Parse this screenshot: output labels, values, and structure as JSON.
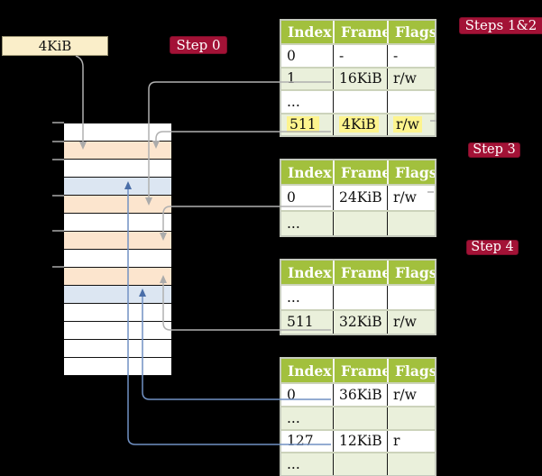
{
  "size_box": {
    "label": "4KiB"
  },
  "step_badges": [
    {
      "key": "step0",
      "label": "Step 0"
    },
    {
      "key": "steps12",
      "label": "Steps 1&2"
    },
    {
      "key": "step3",
      "label": "Step 3"
    },
    {
      "key": "step4",
      "label": "Step 4"
    }
  ],
  "memory_stack": {
    "rows": [
      "white",
      "orange",
      "white",
      "blue",
      "orange",
      "white",
      "orange",
      "white",
      "orange",
      "blue",
      "white",
      "white",
      "white",
      "white"
    ]
  },
  "page_tables": [
    {
      "name": "table-steps-1-2",
      "columns": [
        "Index",
        "Frame",
        "Flags"
      ],
      "rows": [
        {
          "index": "0",
          "frame": "-",
          "flags": "-",
          "shaded": false,
          "highlighted": false
        },
        {
          "index": "1",
          "frame": "16KiB",
          "flags": "r/w",
          "shaded": true,
          "highlighted": false
        },
        {
          "index": "...",
          "frame": "",
          "flags": "",
          "shaded": false,
          "highlighted": false
        },
        {
          "index": "511",
          "frame": "4KiB",
          "flags": "r/w",
          "shaded": true,
          "highlighted": true
        }
      ]
    },
    {
      "name": "table-step-3",
      "columns": [
        "Index",
        "Frame",
        "Flags"
      ],
      "rows": [
        {
          "index": "0",
          "frame": "24KiB",
          "flags": "r/w",
          "shaded": false,
          "highlighted": false
        },
        {
          "index": "...",
          "frame": "",
          "flags": "",
          "shaded": true,
          "highlighted": false
        }
      ]
    },
    {
      "name": "table-step-4",
      "columns": [
        "Index",
        "Frame",
        "Flags"
      ],
      "rows": [
        {
          "index": "...",
          "frame": "",
          "flags": "",
          "shaded": false,
          "highlighted": false
        },
        {
          "index": "511",
          "frame": "32KiB",
          "flags": "r/w",
          "shaded": true,
          "highlighted": false
        }
      ]
    },
    {
      "name": "table-final",
      "columns": [
        "Index",
        "Frame",
        "Flags"
      ],
      "rows": [
        {
          "index": "0",
          "frame": "36KiB",
          "flags": "r/w",
          "shaded": false,
          "highlighted": false
        },
        {
          "index": "...",
          "frame": "",
          "flags": "",
          "shaded": true,
          "highlighted": false
        },
        {
          "index": "127",
          "frame": "12KiB",
          "flags": "r",
          "shaded": false,
          "highlighted": false
        },
        {
          "index": "...",
          "frame": "",
          "flags": "",
          "shaded": true,
          "highlighted": false
        }
      ]
    }
  ],
  "colors": {
    "background": "#000000",
    "badge_red": "#a31236",
    "header_green": "#a2c03d",
    "row_green": "#eaf0db",
    "highlight_yellow": "#fdf48e",
    "stack_orange": "#fce5ce",
    "stack_blue": "#dce6f2",
    "box_cream": "#faeec9",
    "connector_gray": "#b0b0b0",
    "connector_blue": "#7191c4",
    "arrow_blue": "#4a6ea8"
  }
}
